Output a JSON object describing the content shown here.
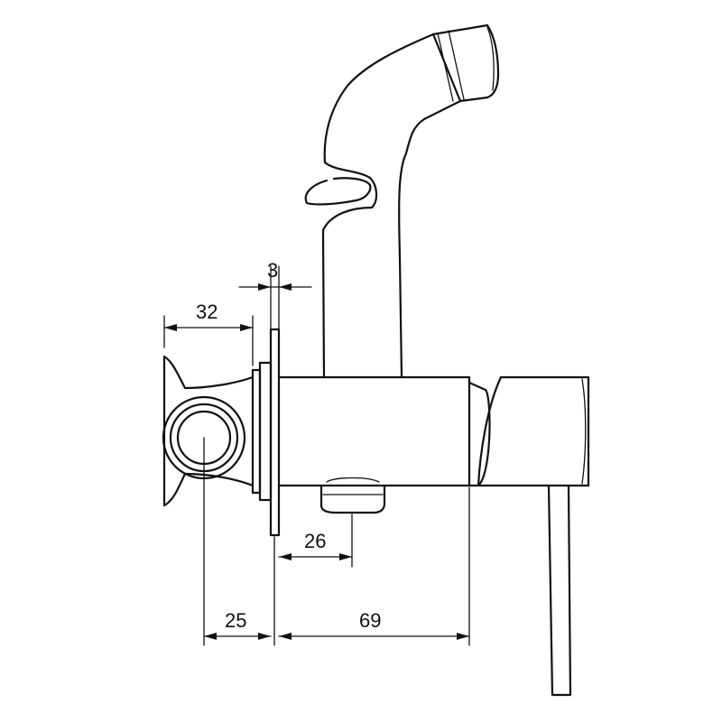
{
  "dimensions": {
    "gap_top": "3",
    "handle_depth": "32",
    "outlet_offset": "26",
    "center_offset": "25",
    "body_length": "69"
  },
  "colors": {
    "line": "#111111",
    "background": "#ffffff"
  }
}
